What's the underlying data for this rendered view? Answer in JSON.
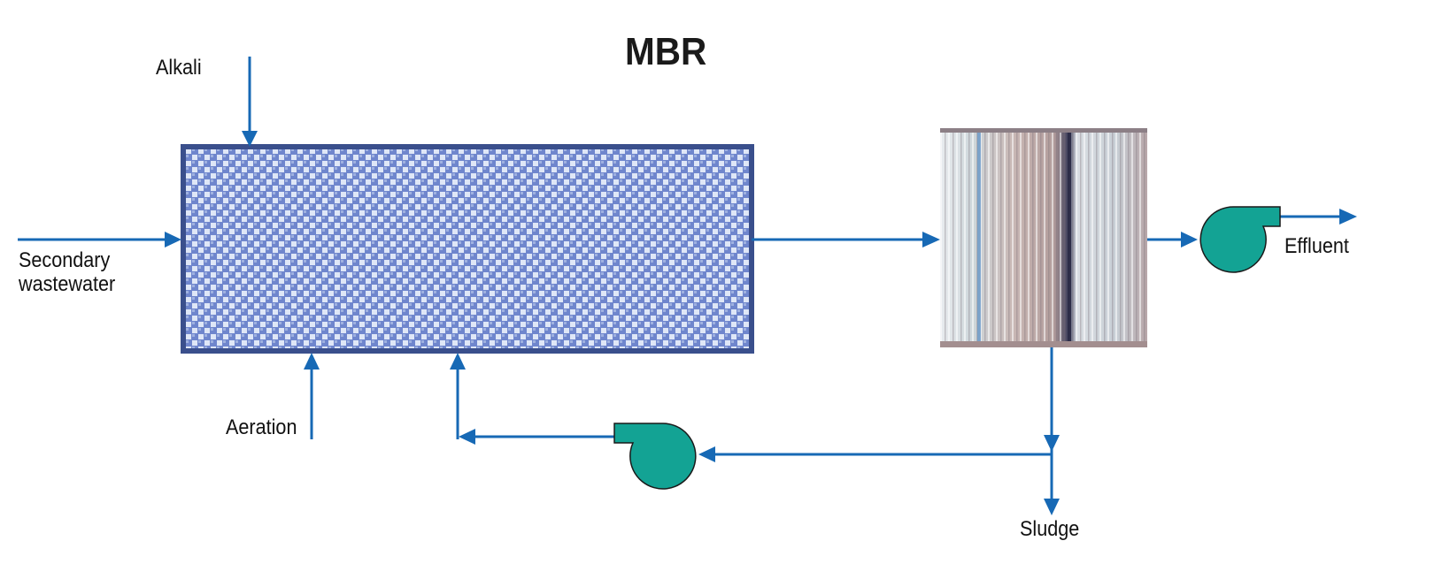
{
  "title": "MBR",
  "labels": {
    "alkali": "Alkali",
    "secondary_line1": "Secondary",
    "secondary_line2": "wastewater",
    "aeration": "Aeration",
    "effluent": "Effluent",
    "sludge": "Sludge"
  },
  "colors": {
    "flow": "#1769b5",
    "pump": "#13a394",
    "tank_border": "#3a4f8c",
    "tank_fill": "#6e86cc"
  }
}
